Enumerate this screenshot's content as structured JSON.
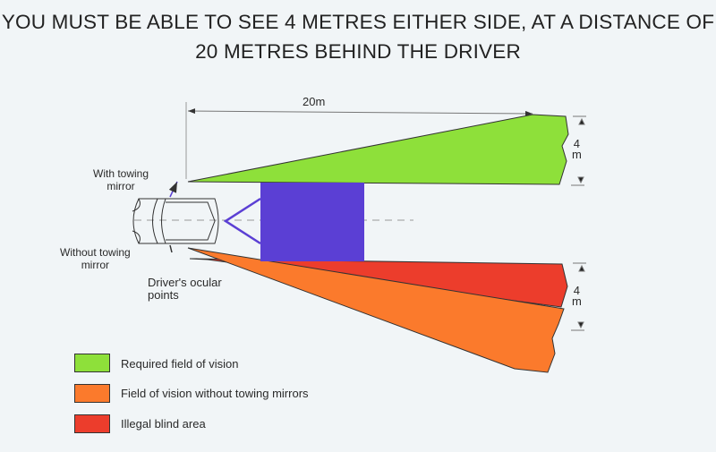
{
  "title": {
    "line1": "YOU MUST BE ABLE TO SEE 4 METRES EITHER SIDE, AT A DISTANCE OF",
    "line2": "20 METRES BEHIND THE DRIVER"
  },
  "diagram": {
    "distance_label": "20m",
    "width_top": {
      "value": "4",
      "unit": "m"
    },
    "width_bottom": {
      "value": "4",
      "unit": "m"
    },
    "with_mirror": {
      "line1": "With towing",
      "line2": "mirror"
    },
    "without_mirror": {
      "line1": "Without towing",
      "line2": "mirror"
    },
    "ocular": {
      "line1": "Driver's ocular",
      "line2": "points"
    }
  },
  "legend": [
    {
      "label": "Required field of vision",
      "color": "#8ee03a"
    },
    {
      "label": "Field of vision without towing mirrors",
      "color": "#fb7a2c"
    },
    {
      "label": "Illegal blind area",
      "color": "#ec3d2c"
    }
  ],
  "colors": {
    "green": "#8ee03a",
    "orange": "#fb7a2c",
    "red": "#ec3d2c",
    "purple": "#5b3fd4"
  }
}
